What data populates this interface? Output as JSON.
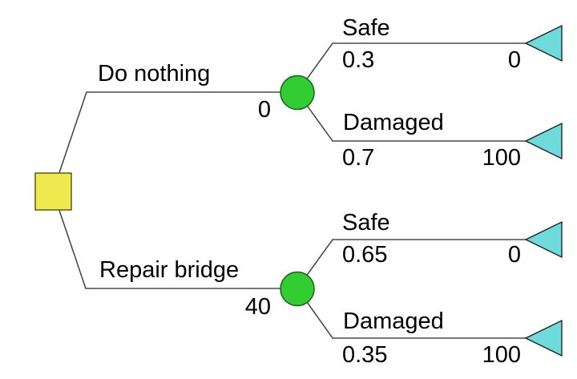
{
  "diagram": {
    "type": "decision-tree",
    "colors": {
      "background": "#ffffff",
      "decision_node": "#ede94e",
      "chance_node": "#32cd32",
      "terminal_node": "#6edada",
      "line": "#4a4a4a",
      "text": "#000000"
    },
    "root": {
      "node": "decision"
    },
    "branches": [
      {
        "label": "Do nothing",
        "value": "0",
        "node": "chance",
        "outcomes": [
          {
            "label": "Safe",
            "probability": "0.3",
            "payoff": "0"
          },
          {
            "label": "Damaged",
            "probability": "0.7",
            "payoff": "100"
          }
        ]
      },
      {
        "label": "Repair bridge",
        "value": "40",
        "node": "chance",
        "outcomes": [
          {
            "label": "Safe",
            "probability": "0.65",
            "payoff": "0"
          },
          {
            "label": "Damaged",
            "probability": "0.35",
            "payoff": "100"
          }
        ]
      }
    ]
  }
}
